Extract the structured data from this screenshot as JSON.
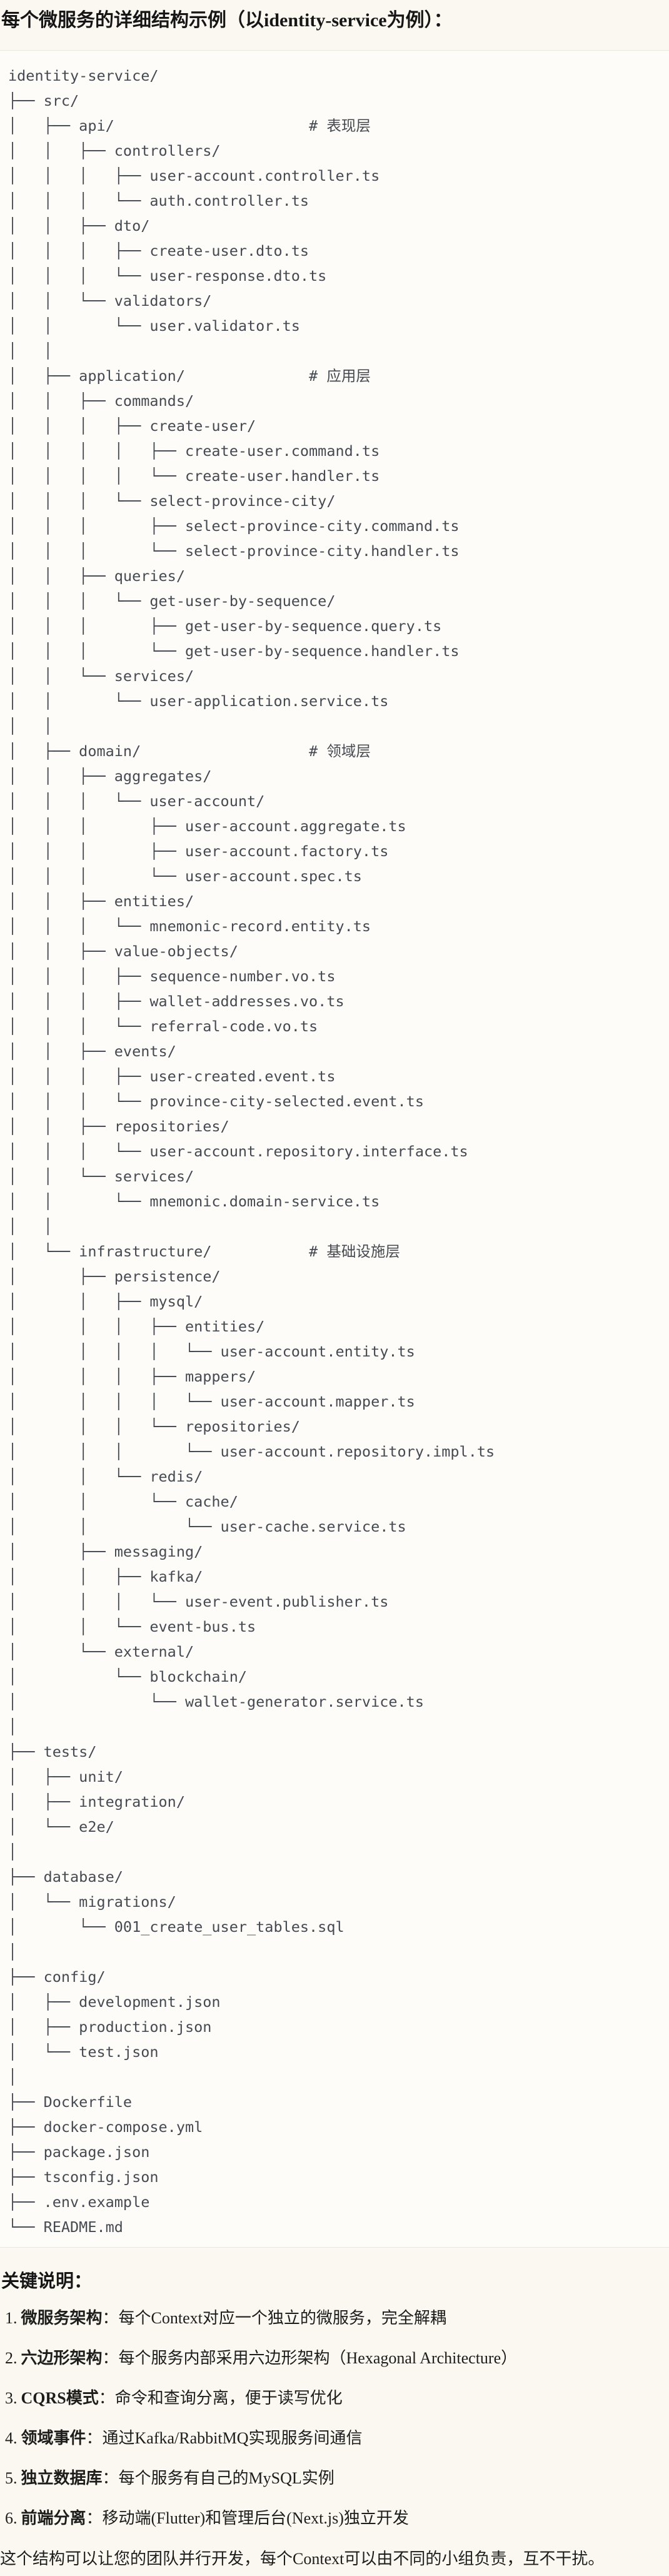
{
  "page": {
    "title": "每个微服务的详细结构示例（以identity-service为例）："
  },
  "colors": {
    "page_background": "#faf8f1",
    "code_background": "#fdfcf8",
    "code_border": "#e9e6dc",
    "code_text": "#454a52",
    "body_text": "#1d1d1b"
  },
  "tree": {
    "lines": [
      "identity-service/",
      "├── src/",
      "│   ├── api/                      # 表现层",
      "│   │   ├── controllers/",
      "│   │   │   ├── user-account.controller.ts",
      "│   │   │   └── auth.controller.ts",
      "│   │   ├── dto/",
      "│   │   │   ├── create-user.dto.ts",
      "│   │   │   └── user-response.dto.ts",
      "│   │   └── validators/",
      "│   │       └── user.validator.ts",
      "│   │",
      "│   ├── application/              # 应用层",
      "│   │   ├── commands/",
      "│   │   │   ├── create-user/",
      "│   │   │   │   ├── create-user.command.ts",
      "│   │   │   │   └── create-user.handler.ts",
      "│   │   │   └── select-province-city/",
      "│   │   │       ├── select-province-city.command.ts",
      "│   │   │       └── select-province-city.handler.ts",
      "│   │   ├── queries/",
      "│   │   │   └── get-user-by-sequence/",
      "│   │   │       ├── get-user-by-sequence.query.ts",
      "│   │   │       └── get-user-by-sequence.handler.ts",
      "│   │   └── services/",
      "│   │       └── user-application.service.ts",
      "│   │",
      "│   ├── domain/                   # 领域层",
      "│   │   ├── aggregates/",
      "│   │   │   └── user-account/",
      "│   │   │       ├── user-account.aggregate.ts",
      "│   │   │       ├── user-account.factory.ts",
      "│   │   │       └── user-account.spec.ts",
      "│   │   ├── entities/",
      "│   │   │   └── mnemonic-record.entity.ts",
      "│   │   ├── value-objects/",
      "│   │   │   ├── sequence-number.vo.ts",
      "│   │   │   ├── wallet-addresses.vo.ts",
      "│   │   │   └── referral-code.vo.ts",
      "│   │   ├── events/",
      "│   │   │   ├── user-created.event.ts",
      "│   │   │   └── province-city-selected.event.ts",
      "│   │   ├── repositories/",
      "│   │   │   └── user-account.repository.interface.ts",
      "│   │   └── services/",
      "│   │       └── mnemonic.domain-service.ts",
      "│   │",
      "│   └── infrastructure/           # 基础设施层",
      "│       ├── persistence/",
      "│       │   ├── mysql/",
      "│       │   │   ├── entities/",
      "│       │   │   │   └── user-account.entity.ts",
      "│       │   │   ├── mappers/",
      "│       │   │   │   └── user-account.mapper.ts",
      "│       │   │   └── repositories/",
      "│       │   │       └── user-account.repository.impl.ts",
      "│       │   └── redis/",
      "│       │       └── cache/",
      "│       │           └── user-cache.service.ts",
      "│       ├── messaging/",
      "│       │   ├── kafka/",
      "│       │   │   └── user-event.publisher.ts",
      "│       │   └── event-bus.ts",
      "│       └── external/",
      "│           └── blockchain/",
      "│               └── wallet-generator.service.ts",
      "│",
      "├── tests/",
      "│   ├── unit/",
      "│   ├── integration/",
      "│   └── e2e/",
      "│",
      "├── database/",
      "│   └── migrations/",
      "│       └── 001_create_user_tables.sql",
      "│",
      "├── config/",
      "│   ├── development.json",
      "│   ├── production.json",
      "│   └── test.json",
      "│",
      "├── Dockerfile",
      "├── docker-compose.yml",
      "├── package.json",
      "├── tsconfig.json",
      "├── .env.example",
      "└── README.md"
    ]
  },
  "notes": {
    "heading": "关键说明：",
    "items": [
      {
        "num": "1.",
        "label": "微服务架构",
        "rest": "：每个Context对应一个独立的微服务，完全解耦"
      },
      {
        "num": "2.",
        "label": "六边形架构",
        "rest": "：每个服务内部采用六边形架构（Hexagonal Architecture）"
      },
      {
        "num": "3.",
        "label": "CQRS模式",
        "rest": "：命令和查询分离，便于读写优化"
      },
      {
        "num": "4.",
        "label": "领域事件",
        "rest": "：通过Kafka/RabbitMQ实现服务间通信"
      },
      {
        "num": "5.",
        "label": "独立数据库",
        "rest": "：每个服务有自己的MySQL实例"
      },
      {
        "num": "6.",
        "label": "前端分离",
        "rest": "：移动端(Flutter)和管理后台(Next.js)独立开发"
      }
    ],
    "closing": "这个结构可以让您的团队并行开发，每个Context可以由不同的小组负责，互不干扰。"
  }
}
